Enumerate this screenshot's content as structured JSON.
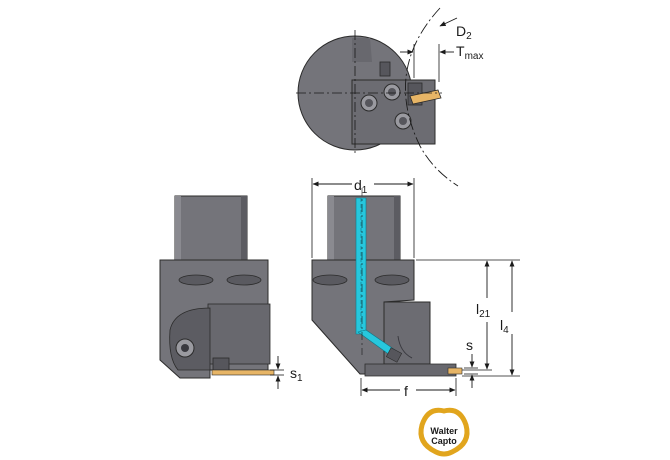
{
  "labels": {
    "D2": {
      "main": "D",
      "sub": "2"
    },
    "Tmax": {
      "main": "T",
      "sub": "max"
    },
    "d1": {
      "main": "d",
      "sub": "1"
    },
    "l21": {
      "main": "l",
      "sub": "21"
    },
    "l4": {
      "main": "l",
      "sub": "4"
    },
    "s": "s",
    "s1": {
      "main": "s",
      "sub": "1"
    },
    "f": "f"
  },
  "logo": {
    "line1": "Walter",
    "line2": "Capto"
  },
  "colors": {
    "body": "#74747a",
    "body_dark": "#56565c",
    "body_light": "#9a9aa0",
    "coolant": "#27c7dd",
    "insert": "#e7b566",
    "logo_ring": "#e1a51d"
  }
}
